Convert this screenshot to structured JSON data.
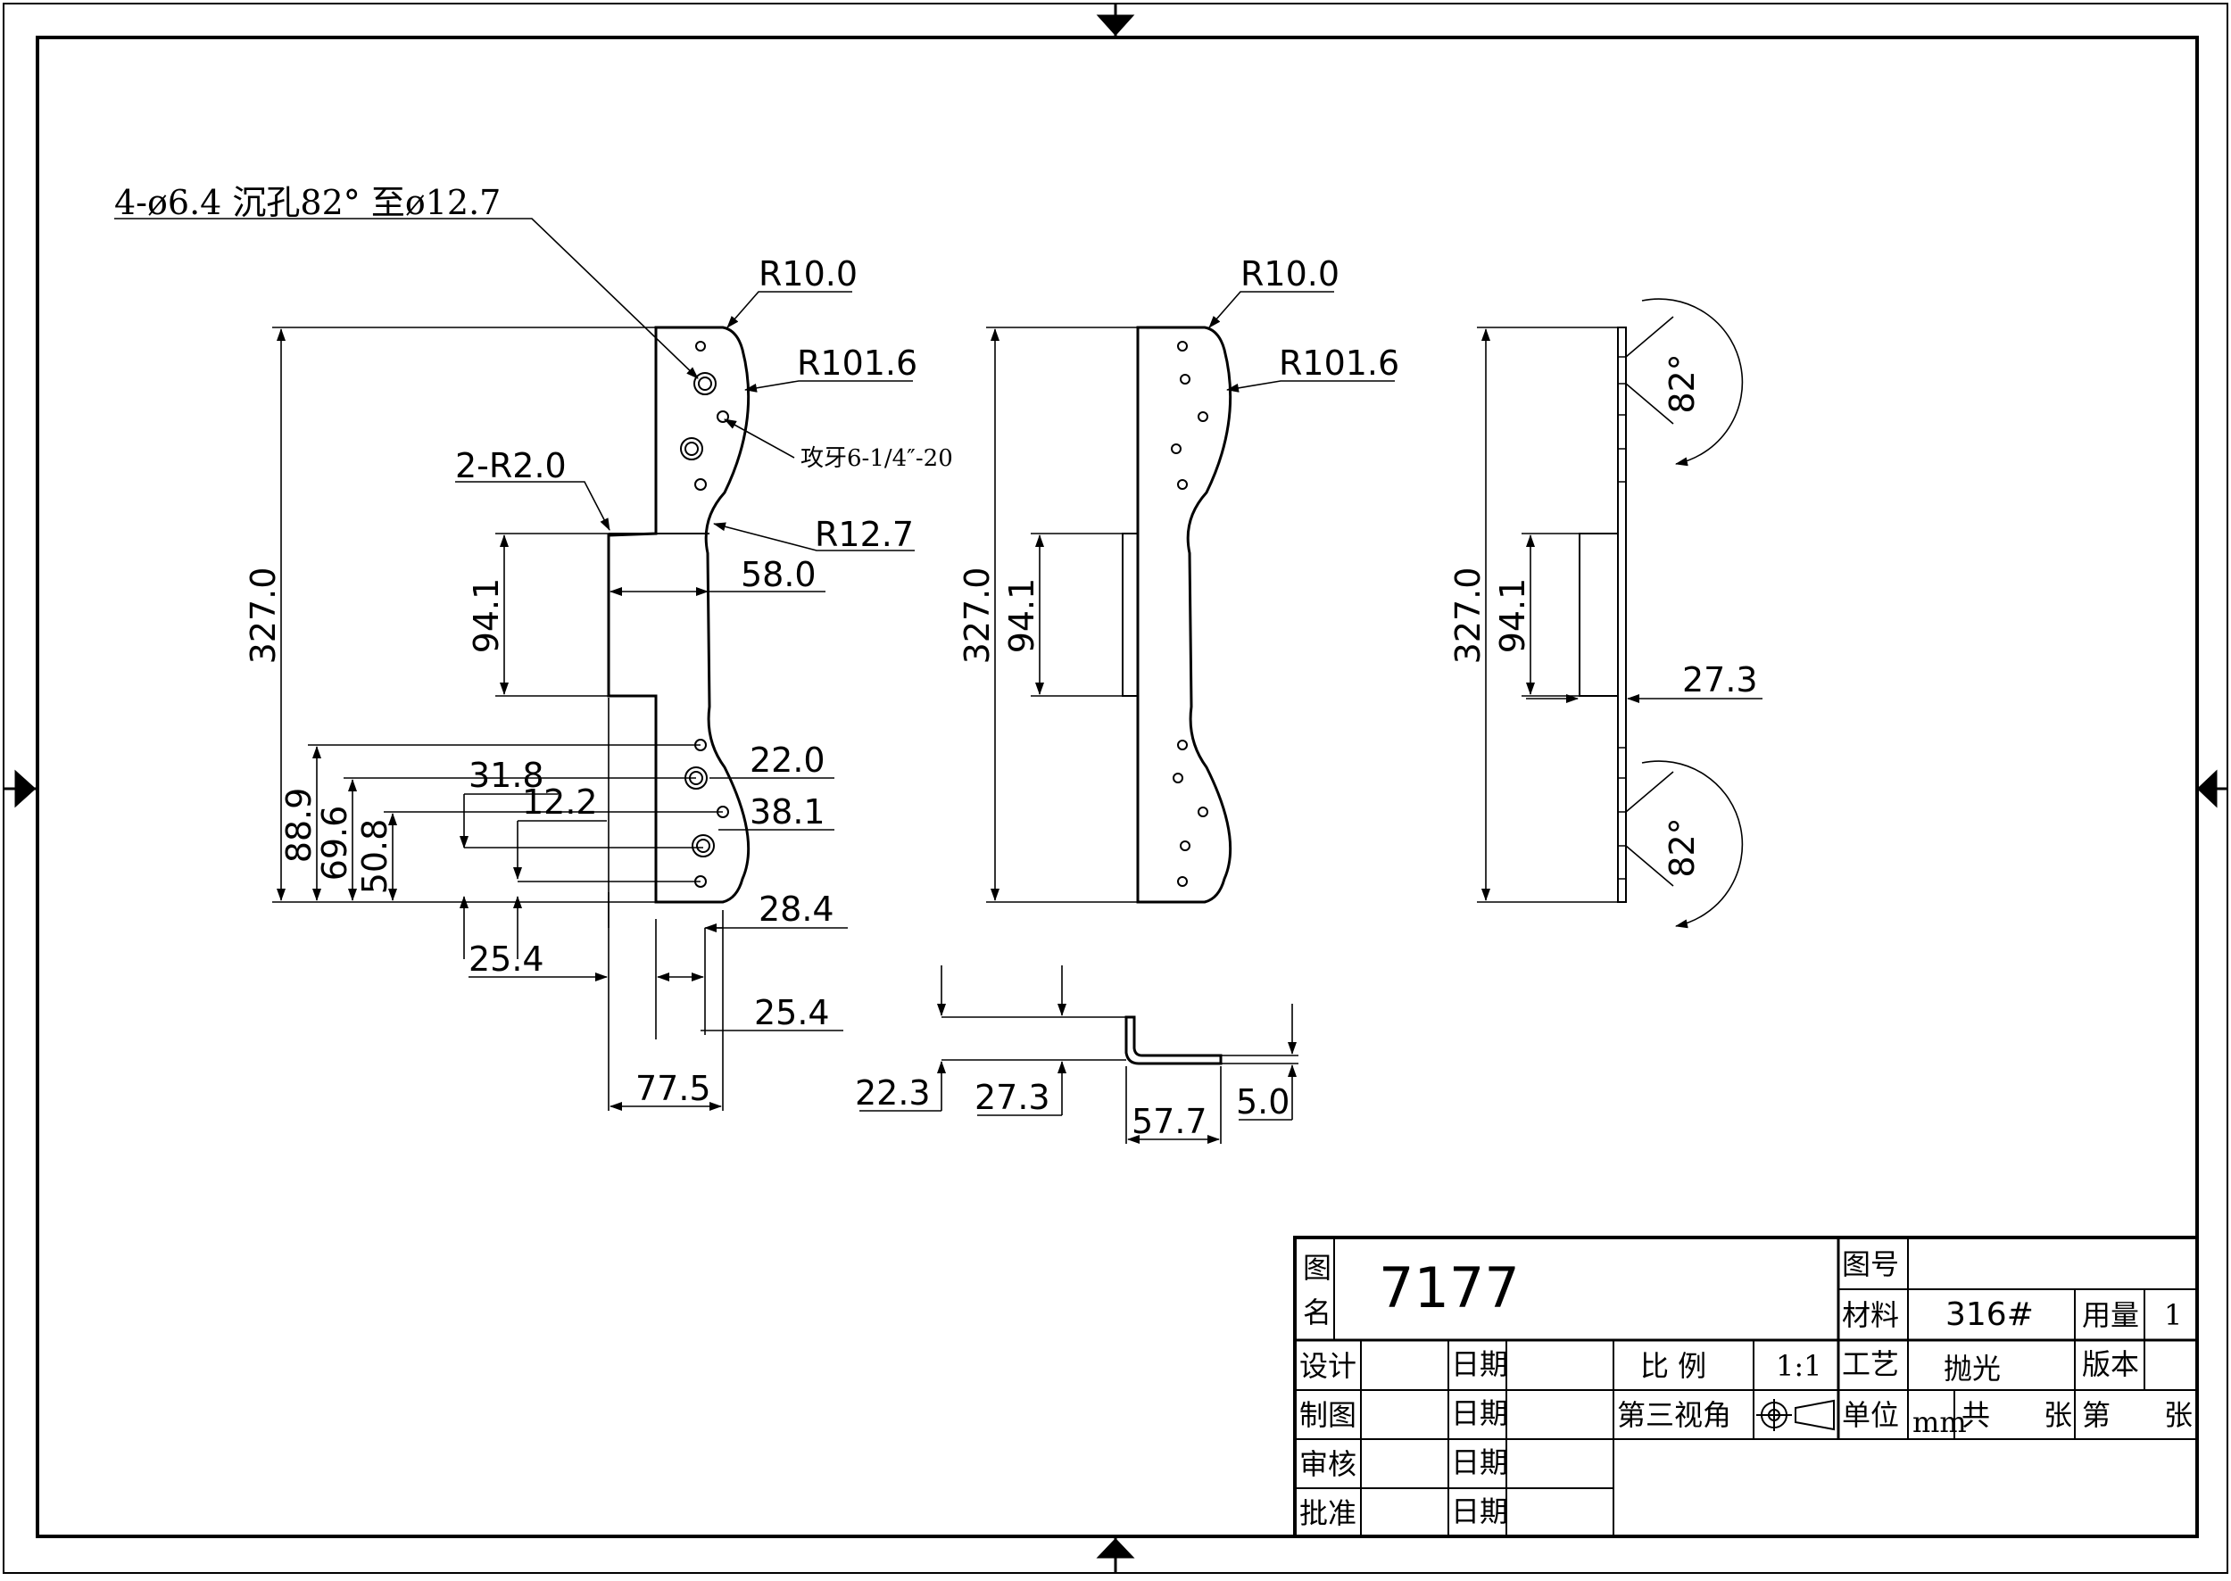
{
  "title_block": {
    "drawing_name_label": [
      "图",
      "名"
    ],
    "drawing_name": "7177",
    "drawing_no_label": "图号",
    "drawing_no": "",
    "material_label": "材料",
    "material": "316#",
    "quantity_label": "用量",
    "quantity": "1",
    "process_label": "工艺",
    "process": "抛光",
    "version_label": "版本",
    "design_label": "设计",
    "draw_label": "制图",
    "check_label": "审核",
    "approve_label": "批准",
    "date_label": "日期",
    "scale_label": "比  例",
    "scale": "1:1",
    "projection_label": "第三视角",
    "unit_label": "单位",
    "unit": "mm",
    "total_label": "共",
    "sheets_label": "张",
    "sheet_label": "第",
    "sheet_suffix": "张"
  },
  "front_view": {
    "hole_note": "4-ø6.4 沉孔82° 至ø12.7",
    "tap_note": "攻牙6-1/4″-20",
    "r_top": "R10.0",
    "r_outer": "R101.6",
    "r_corner": "2-R2.0",
    "r_notch": "R12.7",
    "height": "327.0",
    "notch_height": "94.1",
    "width_mid": "58.0",
    "d_88_9": "88.9",
    "d_69_6": "69.6",
    "d_50_8": "50.8",
    "d_31_8": "31.8",
    "d_12_2": "12.2",
    "d_22_0": "22.0",
    "d_38_1": "38.1",
    "d_28_4": "28.4",
    "d_25_4a": "25.4",
    "d_25_4b": "25.4",
    "d_77_5": "77.5"
  },
  "middle_view": {
    "r_top": "R10.0",
    "r_outer": "R101.6",
    "height": "327.0",
    "notch_height": "94.1"
  },
  "side_view": {
    "height": "327.0",
    "notch_height": "94.1",
    "depth": "27.3",
    "angle_top": "82°",
    "angle_bottom": "82°"
  },
  "bottom_view": {
    "d_22_3": "22.3",
    "d_27_3": "27.3",
    "d_57_7": "57.7",
    "d_5_0": "5.0"
  }
}
